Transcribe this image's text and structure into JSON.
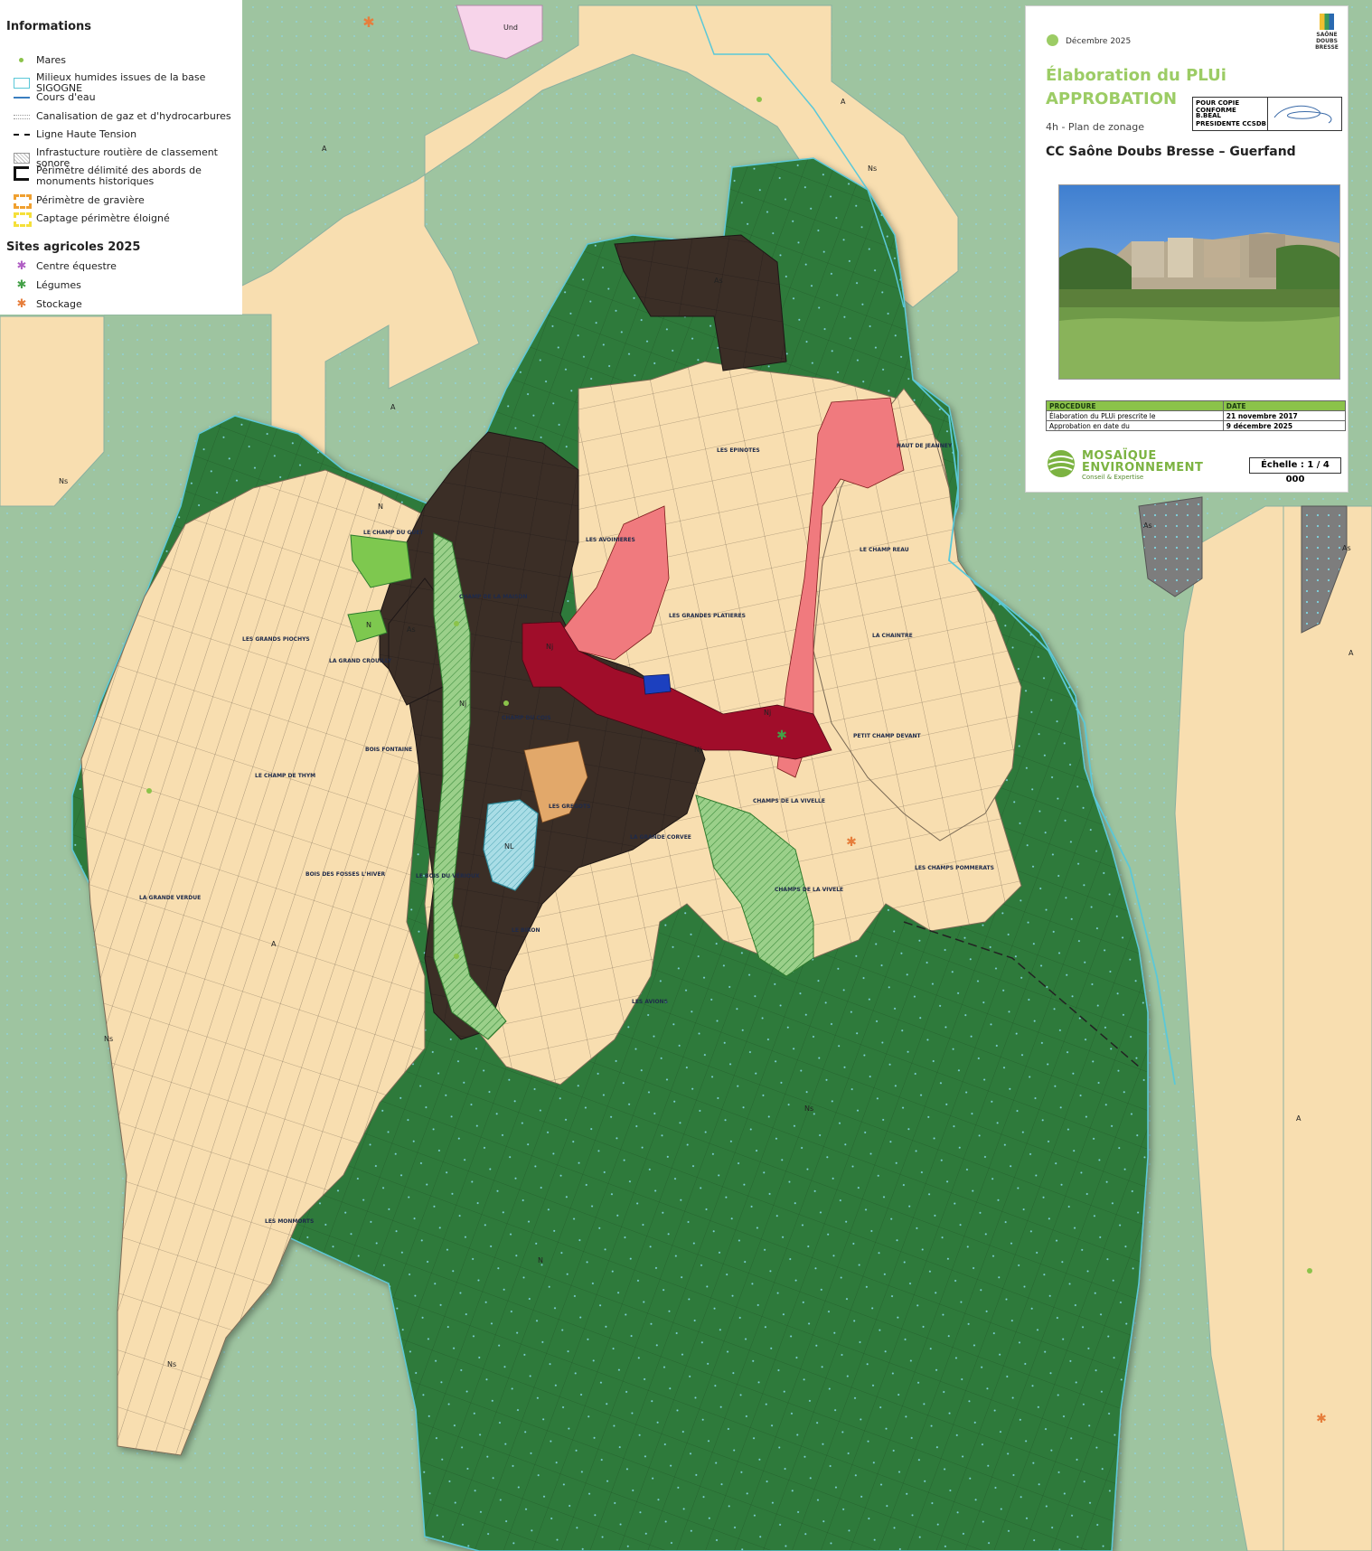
{
  "legend": {
    "title": "Informations",
    "items": [
      {
        "label": "Mares",
        "icon": "mare-dot-icon"
      },
      {
        "label": "Milieux humides issues de la base SIGOGNE",
        "icon": "wetland-outline-icon"
      },
      {
        "label": "Cours d'eau",
        "icon": "river-line-icon"
      },
      {
        "label": "Canalisation de gaz et d'hydrocarbures",
        "icon": "gas-pipeline-icon"
      },
      {
        "label": "Ligne Haute Tension",
        "icon": "power-line-icon"
      },
      {
        "label": "Infrastucture routière de classement sonore",
        "icon": "noise-road-hatch-icon"
      },
      {
        "label": "Périmètre délimité des abords de",
        "label2": "monuments historiques",
        "icon": "monument-perimeter-icon"
      },
      {
        "label": "Périmètre de gravière",
        "icon": "gravel-perimeter-icon"
      },
      {
        "label": "Captage périmètre éloigné",
        "icon": "water-catchment-icon"
      }
    ],
    "sites_title": "Sites agricoles 2025",
    "sites": [
      {
        "label": "Centre équestre",
        "color": "#b05fc4",
        "icon": "equestrian-star-icon"
      },
      {
        "label": "Légumes",
        "color": "#43a047",
        "icon": "vegetables-star-icon"
      },
      {
        "label": "Stockage",
        "color": "#e67e3c",
        "icon": "storage-star-icon"
      }
    ]
  },
  "titlebox": {
    "date": "Décembre 2025",
    "title1": "Élaboration du PLUi",
    "title2": "APPROBATION",
    "subtitle": "4h - Plan de zonage",
    "commune": "CC Saône Doubs Bresse – Guerfand",
    "conform": {
      "line1": "POUR COPIE CONFORME",
      "line2": "B.BEAL",
      "line3": "PRESIDENTE CCSDB"
    },
    "ccsdb_logo": [
      "SAÔNE",
      "DOUBS",
      "BRESSE"
    ],
    "procedure": {
      "head": [
        "PROCEDURE",
        "DATE"
      ],
      "rows": [
        [
          "Élaboration du PLUi prescrite le",
          "21 novembre 2017"
        ],
        [
          "Approbation en date du",
          "9 décembre 2025"
        ]
      ]
    },
    "firm": {
      "name1": "MOSAÏQUE",
      "name2": "ENVIRONNEMENT",
      "tagline": "Conseil & Expertise"
    },
    "scale": "Échelle : 1 / 4 000"
  },
  "map": {
    "zone_labels": [
      {
        "text": "A",
        "zone": "agricultural"
      },
      {
        "text": "A",
        "zone": "agricultural"
      },
      {
        "text": "A",
        "zone": "agricultural"
      },
      {
        "text": "A",
        "zone": "agricultural"
      },
      {
        "text": "A",
        "zone": "agricultural"
      },
      {
        "text": "A",
        "zone": "agricultural"
      },
      {
        "text": "As",
        "zone": "agricultural"
      },
      {
        "text": "As",
        "zone": "agricultural"
      },
      {
        "text": "As",
        "zone": "agricultural"
      },
      {
        "text": "As",
        "zone": "agricultural"
      },
      {
        "text": "N",
        "zone": "natural"
      },
      {
        "text": "N",
        "zone": "natural"
      },
      {
        "text": "N",
        "zone": "natural"
      },
      {
        "text": "Ns",
        "zone": "natural"
      },
      {
        "text": "Ns",
        "zone": "natural"
      },
      {
        "text": "Ns",
        "zone": "natural"
      },
      {
        "text": "Ns",
        "zone": "natural"
      },
      {
        "text": "Ns",
        "zone": "natural"
      },
      {
        "text": "Nj",
        "zone": "natural"
      },
      {
        "text": "Nj",
        "zone": "natural"
      },
      {
        "text": "Nj",
        "zone": "natural"
      },
      {
        "text": "Nj",
        "zone": "natural"
      },
      {
        "text": "NL",
        "zone": "natural"
      },
      {
        "text": "Und",
        "zone": "urban"
      }
    ],
    "place_names": [
      "LE CHAMP DU GUET",
      "LES GRANDS PIOCHYS",
      "LA GRAND CROUILLY",
      "BOIS FONTAINE",
      "LE CHAMP DE THYM",
      "BOIS DES FOSSES L'HIVER",
      "LA GRANDE VERDUE",
      "LE BOIS DU VÉRIOUX",
      "LES MONMORTS",
      "CHAMP DE LA MAISON",
      "CHAMP DU COIS",
      "LES AVOINIERES",
      "LES GRANDES PLATIERES",
      "LES EPINOTES",
      "HAUT DE JEANNEY",
      "LE CHAMP REAU",
      "LA CHAINTRE",
      "PETIT CHAMP DEVANT",
      "CHAMPS DE LA VIVELLE",
      "CHAMPS DE LA VIVELE",
      "LES CHAMPS POMMERATS",
      "LA GRANDE CORVEE",
      "LE BIRON",
      "LES AVIONS",
      "LES GREGOTS"
    ]
  },
  "colors": {
    "agricultural": "#f8deb0",
    "natural_forest": "#2f7a3a",
    "natural_light": "#9ec4a0",
    "as_zone": "#3a2e28",
    "urban_ua": "#a0102a",
    "urban_ub": "#f07a7e",
    "wetland": "#5bc8d8",
    "green_hatch": "#7bc47a"
  }
}
